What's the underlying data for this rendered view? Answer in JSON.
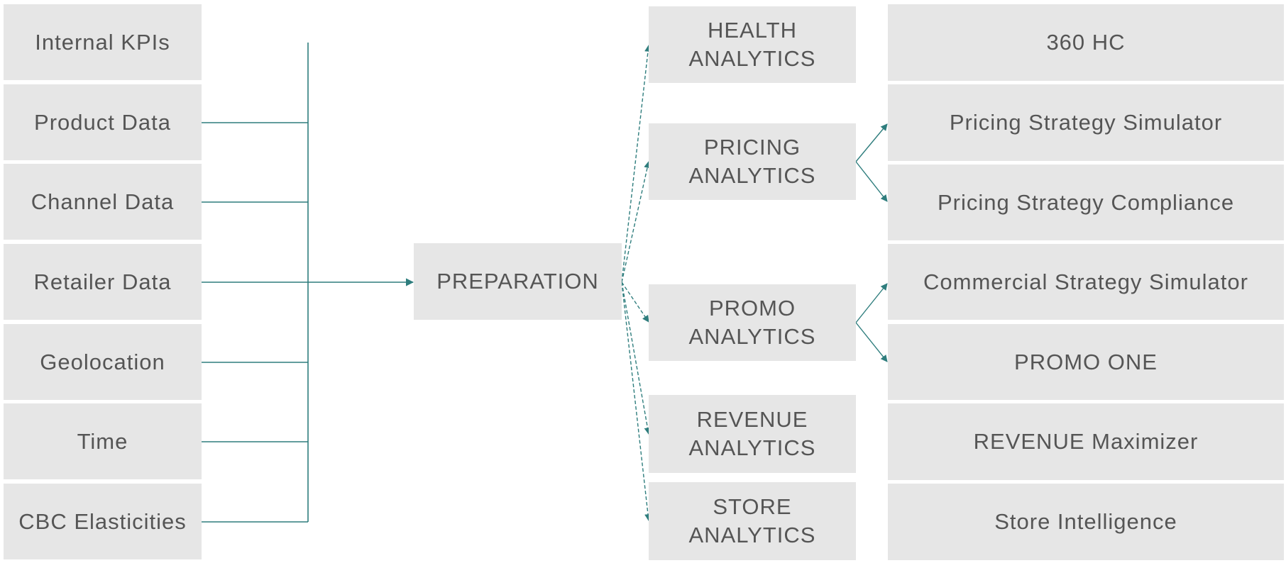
{
  "sources": [
    {
      "label": "Internal KPIs"
    },
    {
      "label": "Product Data"
    },
    {
      "label": "Channel Data"
    },
    {
      "label": "Retailer Data"
    },
    {
      "label": "Geolocation"
    },
    {
      "label": "Time"
    },
    {
      "label": "CBC Elasticities"
    }
  ],
  "preparation": {
    "label": "PREPARATION"
  },
  "analytics": [
    {
      "line1": "HEALTH",
      "line2": "ANALYTICS"
    },
    {
      "line1": "PRICING",
      "line2": "ANALYTICS"
    },
    {
      "line1": "PROMO",
      "line2": "ANALYTICS"
    },
    {
      "line1": "REVENUE",
      "line2": "ANALYTICS"
    },
    {
      "line1": "STORE",
      "line2": "ANALYTICS"
    }
  ],
  "products": [
    {
      "label": "360 HC"
    },
    {
      "label": "Pricing Strategy Simulator"
    },
    {
      "label": "Pricing Strategy Compliance"
    },
    {
      "label": "Commercial Strategy Simulator"
    },
    {
      "label": "PROMO ONE"
    },
    {
      "label": "REVENUE Maximizer"
    },
    {
      "label": "Store Intelligence"
    }
  ],
  "colors": {
    "box": "#e6e6e6",
    "text": "#555555",
    "connector": "#2e7d7d"
  }
}
